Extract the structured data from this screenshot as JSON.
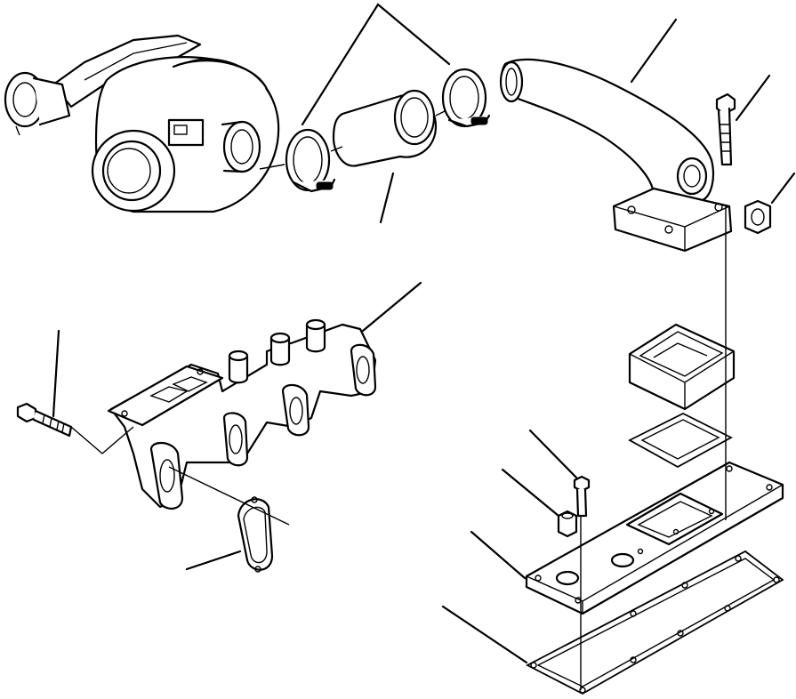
{
  "figure": {
    "kind": "exploded-parts-diagram",
    "background_color": "#ffffff",
    "line_color": "#000000",
    "printed_text": []
  },
  "components": [
    "turbocharger",
    "hose-clamp-left",
    "rubber-hose",
    "hose-clamp-right",
    "elbow-pipe",
    "flange-bolt",
    "flange-nut",
    "exhaust-manifold",
    "manifold-bolt",
    "manifold-gasket",
    "spacer-block",
    "spacer-gasket",
    "cover-bolt",
    "cover-nut",
    "cover-plate",
    "cover-gasket"
  ],
  "leader_lines": 13
}
